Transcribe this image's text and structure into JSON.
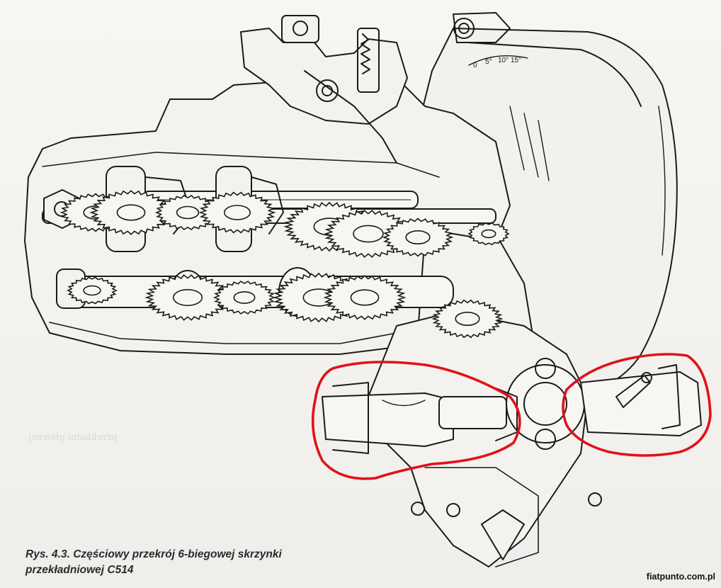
{
  "figure": {
    "caption_line1": "Rys. 4.3. Częściowy przekrój 6-biegowej skrzynki",
    "caption_line2": "przekładniowej C514",
    "scale_marks": [
      "0",
      "5°",
      "10°",
      "15°"
    ]
  },
  "watermark": "fiatpunto.com.pl",
  "colors": {
    "ink": "#1b1b1b",
    "paper": "#f4f3f0",
    "highlight_red": "#e0121a"
  },
  "highlights": [
    {
      "name": "left-driveshaft-flange-highlight",
      "color": "#e0121a"
    },
    {
      "name": "right-driveshaft-flange-highlight",
      "color": "#e0121a"
    }
  ]
}
